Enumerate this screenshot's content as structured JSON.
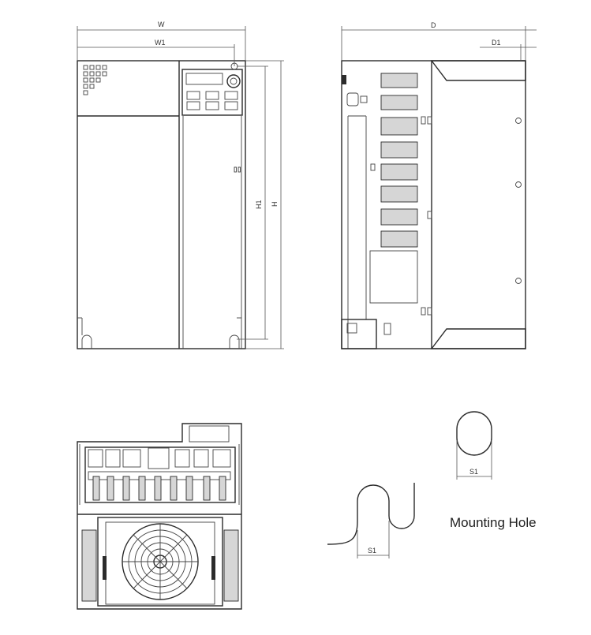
{
  "labels": {
    "w": "W",
    "w1": "W1",
    "h": "H",
    "h1": "H1",
    "d": "D",
    "d1": "D1",
    "s1_slot": "S1",
    "s1_hole": "S1",
    "mounting_hole": "Mounting Hole"
  }
}
